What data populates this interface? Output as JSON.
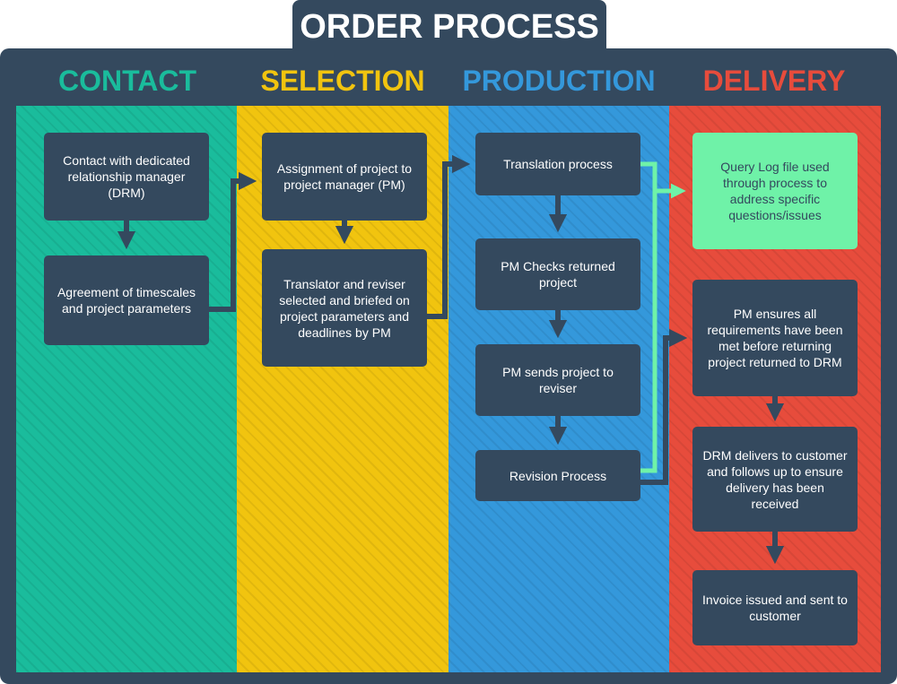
{
  "title": "ORDER PROCESS",
  "colors": {
    "frame": "#34495e",
    "contact": "#1abc9c",
    "selection": "#f1c40f",
    "production": "#3498db",
    "delivery": "#e74c3c",
    "box": "#34495e",
    "highlight": "#6ff2a8"
  },
  "lanes": [
    {
      "label": "CONTACT"
    },
    {
      "label": "SELECTION"
    },
    {
      "label": "PRODUCTION"
    },
    {
      "label": "DELIVERY"
    }
  ],
  "boxes": {
    "contact_drm": "Contact with dedicated relationship manager (DRM)",
    "agreement": "Agreement of timescales and project parameters",
    "assignment": "Assignment of project to project manager (PM)",
    "translator_selected": "Translator and reviser selected and briefed on project parameters and deadlines by PM",
    "translation": "Translation process",
    "pm_checks": "PM Checks returned project",
    "pm_sends": "PM sends project to reviser",
    "revision": "Revision Process",
    "query_log": "Query Log file used through process to address specific questions/issues",
    "pm_ensures": "PM ensures all requirements have been met before returning project returned to DRM",
    "drm_delivers": "DRM delivers to customer and follows up to ensure delivery has been received",
    "invoice": "Invoice issued and sent to customer"
  }
}
